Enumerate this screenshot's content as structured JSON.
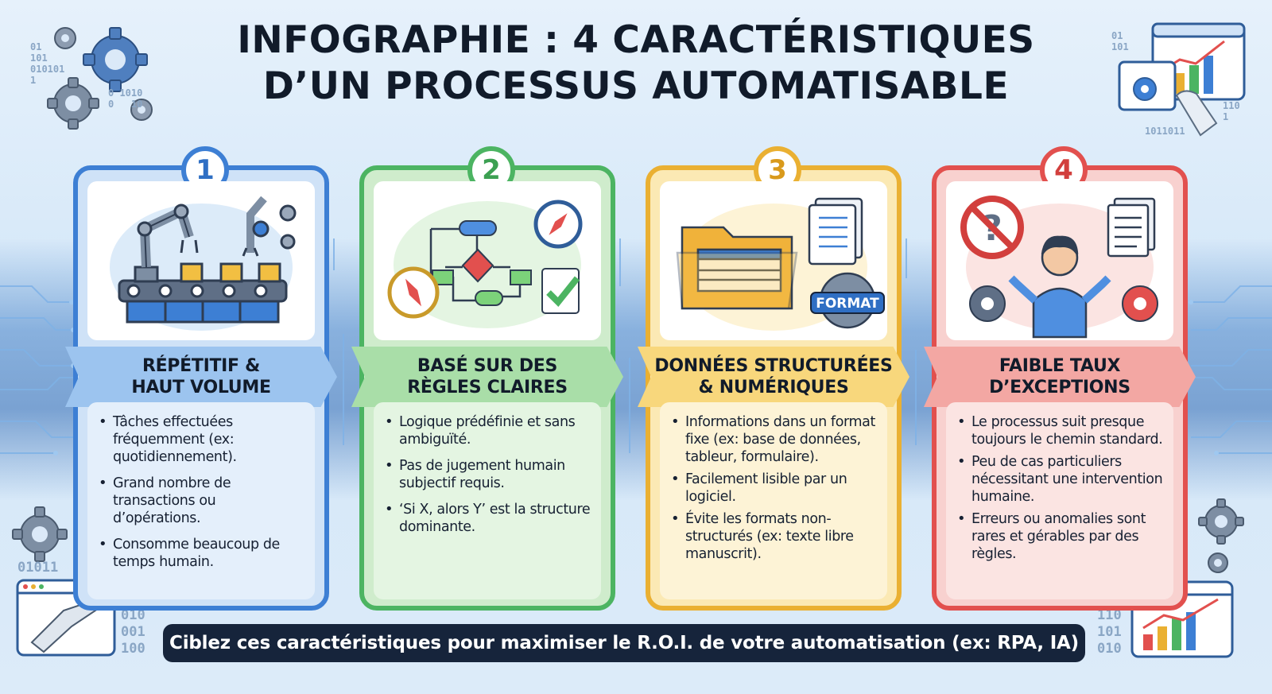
{
  "title": {
    "line1": "INFOGRAPHIE : 4 CARACTÉRISTIQUES",
    "line2": "D’UN PROCESSUS AUTOMATISABLE"
  },
  "cards": [
    {
      "number": "1",
      "title": "RÉPÉTITIF &\nHAUT VOLUME",
      "bullets": [
        "Tâches effectuées fréquemment (ex: quotidiennement).",
        "Grand nombre de transactions ou d’opérations.",
        "Consomme beaucoup de temps humain."
      ],
      "color": "#3d7fd4"
    },
    {
      "number": "2",
      "title": "BASÉ SUR DES\nRÈGLES CLAIRES",
      "bullets": [
        "Logique prédéfinie et sans ambiguïté.",
        "Pas de jugement humain subjectif requis.",
        "‘Si X, alors Y’ est la structure dominante."
      ],
      "color": "#4cb462"
    },
    {
      "number": "3",
      "title": "DONNÉES STRUCTURÉES\n& NUMÉRIQUES",
      "bullets": [
        "Informations dans un format fixe (ex: base de données, tableur, formulaire).",
        "Facilement lisible par un logiciel.",
        "Évite les formats non-structurés (ex: texte libre manuscrit)."
      ],
      "illustration_label": "FORMAT",
      "color": "#eab032"
    },
    {
      "number": "4",
      "title": "FAIBLE TAUX\nD’EXCEPTIONS",
      "bullets": [
        "Le processus suit presque toujours le chemin standard.",
        "Peu de cas particuliers nécessitant une intervention humaine.",
        "Erreurs ou anomalies sont rares et gérables par des règles."
      ],
      "color": "#e2504e"
    }
  ],
  "footer": {
    "text": "Ciblez ces caractéristiques pour maximiser le R.O.I. de votre automatisation (ex: RPA, IA)"
  },
  "decor": {
    "binary_top_left": "01\n101\n010101\n1",
    "binary_top_left_2": "0 1010\n0   10",
    "binary_top_right": "01\n101",
    "binary_right_mid": "110\n1",
    "binary_right_low": "1011011",
    "binary_left_low": "01011",
    "binary_bottom_left": "010\n001\n100",
    "binary_bottom_right": "110\n101\n010"
  }
}
